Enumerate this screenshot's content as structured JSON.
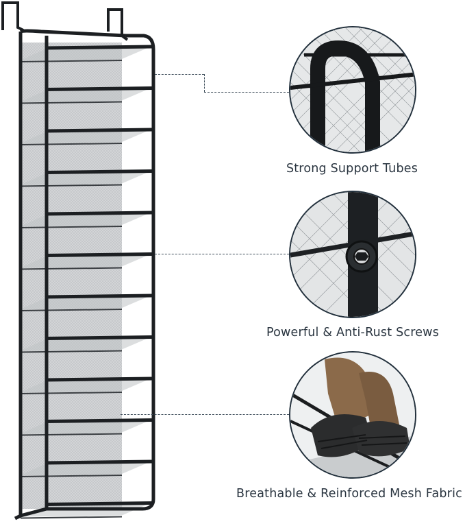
{
  "features": [
    {
      "id": "tubes",
      "label": "Strong Support Tubes"
    },
    {
      "id": "screws",
      "label": "Powerful & Anti-Rust Screws"
    },
    {
      "id": "mesh",
      "label": "Breathable & Reinforced Mesh Fabric"
    }
  ],
  "colors": {
    "frame": "#1c1f22",
    "mesh": "#cfd2d4",
    "accent": "#22303c"
  }
}
